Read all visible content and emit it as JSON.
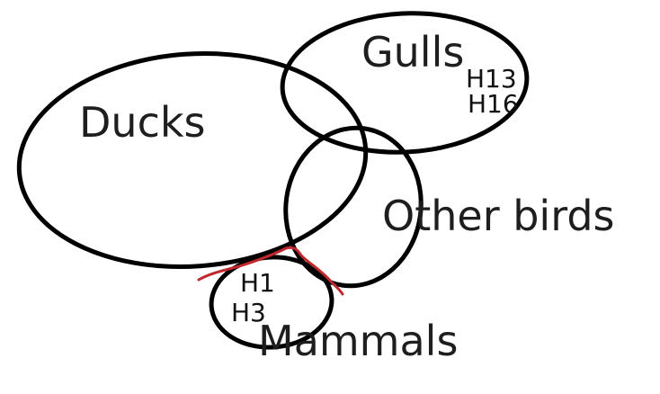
{
  "diagram": {
    "groups": {
      "ducks": "Ducks",
      "gulls": "Gulls",
      "other_birds": "Other birds",
      "mammals": "Mammals"
    },
    "subtypes": {
      "gulls_a": "H13",
      "gulls_b": "H16",
      "mammals_a": "H1",
      "mammals_b": "H3"
    }
  },
  "colors": {
    "outline": "#000000",
    "highlight": "#c0282d"
  }
}
